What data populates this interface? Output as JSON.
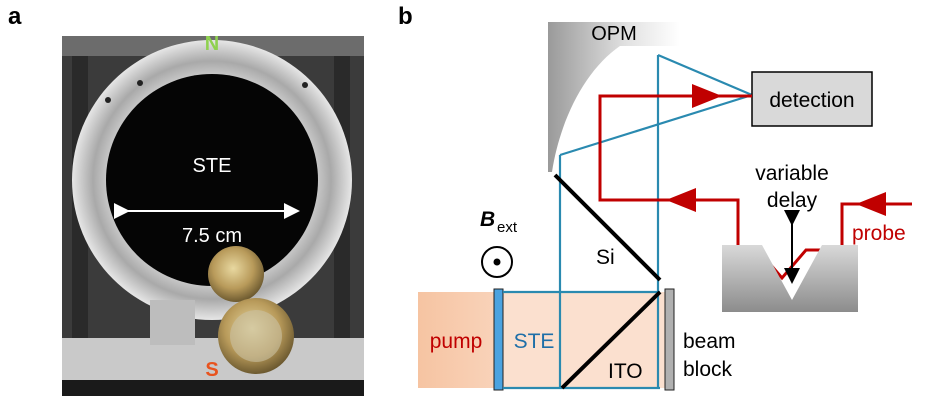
{
  "panel_a": {
    "label": "a",
    "north": "N",
    "south": "S",
    "sample": "STE",
    "dimension": "7.5 cm"
  },
  "panel_b": {
    "label": "b",
    "mirror": "OPM",
    "detection": "detection",
    "delay_line1": "variable",
    "delay_line2": "delay",
    "probe": "probe",
    "field_symbol": "B",
    "field_subscript": "ext",
    "wafer": "Si",
    "pump": "pump",
    "emitter": "STE",
    "ito": "ITO",
    "block_line1": "beam",
    "block_line2": "block"
  },
  "colors": {
    "red_beam": "#c00000",
    "blue_beam": "#2a8ab0",
    "pump_region": "#f4c5a5",
    "pump_region_light": "#fbe0cf",
    "emitter_bar": "#4ba3e0",
    "north_label": "#8fd14f",
    "south_label": "#e8531e"
  }
}
